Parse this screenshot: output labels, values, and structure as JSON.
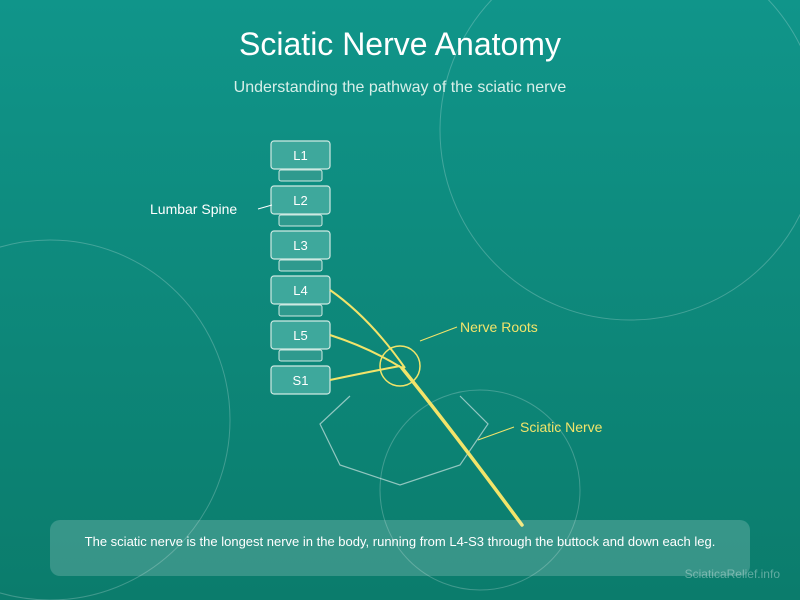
{
  "title": "Sciatic Nerve Anatomy",
  "subtitle": "Understanding the pathway of the sciatic nerve",
  "vertebrae": [
    "L1",
    "L2",
    "L3",
    "L4",
    "L5",
    "S1"
  ],
  "labels": {
    "lumbar_spine": "Lumbar Spine",
    "nerve_roots": "Nerve Roots",
    "sciatic_nerve": "Sciatic Nerve"
  },
  "caption": "The sciatic nerve is the longest nerve in the body, running from L4-S3 through the buttock and down each leg.",
  "watermark": "SciaticaRelief.info",
  "colors": {
    "background_top": "#10958a",
    "background_bottom": "#0b7c6c",
    "nerve": "#f2e46a",
    "vertebra_fill": "#3ea89c",
    "outline": "#cfe9e3"
  }
}
